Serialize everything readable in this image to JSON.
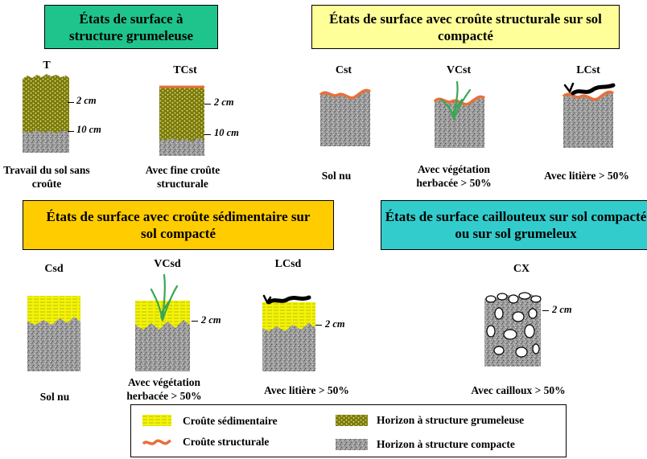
{
  "colors": {
    "grumeleux": "#7d7d0d",
    "compact": "#9e9e9e",
    "sedimentaire": "#f2f207",
    "structurale": "#e8703a",
    "box_green": "#1ec48c",
    "box_lightyellow": "#ffff99",
    "box_orange": "#ffcc00",
    "box_cyan": "#33cccc"
  },
  "groups": {
    "g1": "États de surface à structure grumeleuse",
    "g2": "États de surface avec croûte structurale sur sol compacté",
    "g3": "États de surface avec croûte sédimentaire sur sol compacté",
    "g4": "États de surface caillouteux sur sol compacté ou sur sol grumeleux"
  },
  "profiles": {
    "T": {
      "code": "T",
      "caption": "Travail du sol sans croûte",
      "depth1": "2 cm",
      "depth2": "10 cm"
    },
    "TCst": {
      "code": "TCst",
      "caption": "Avec fine croûte structurale",
      "depth1": "2 cm",
      "depth2": "10 cm"
    },
    "Cst": {
      "code": "Cst",
      "caption": "Sol nu"
    },
    "VCst": {
      "code": "VCst",
      "caption": "Avec végétation herbacée > 50%"
    },
    "LCst": {
      "code": "LCst",
      "caption": "Avec litière  > 50%"
    },
    "Csd": {
      "code": "Csd",
      "caption": "Sol nu"
    },
    "VCsd": {
      "code": "VCsd",
      "caption": "Avec végétation herbacée > 50%",
      "depth": "2 cm"
    },
    "LCsd": {
      "code": "LCsd",
      "caption": "Avec litière  > 50%",
      "depth": "2 cm"
    },
    "CX": {
      "code": "CX",
      "caption": "Avec cailloux > 50%",
      "depth": "2 cm"
    }
  },
  "legend": {
    "sedimentaire": "Croûte sédimentaire",
    "structurale": "Croûte  structurale",
    "grumeleux": "Horizon à structure grumeleuse",
    "compact": "Horizon à structure compacte"
  }
}
